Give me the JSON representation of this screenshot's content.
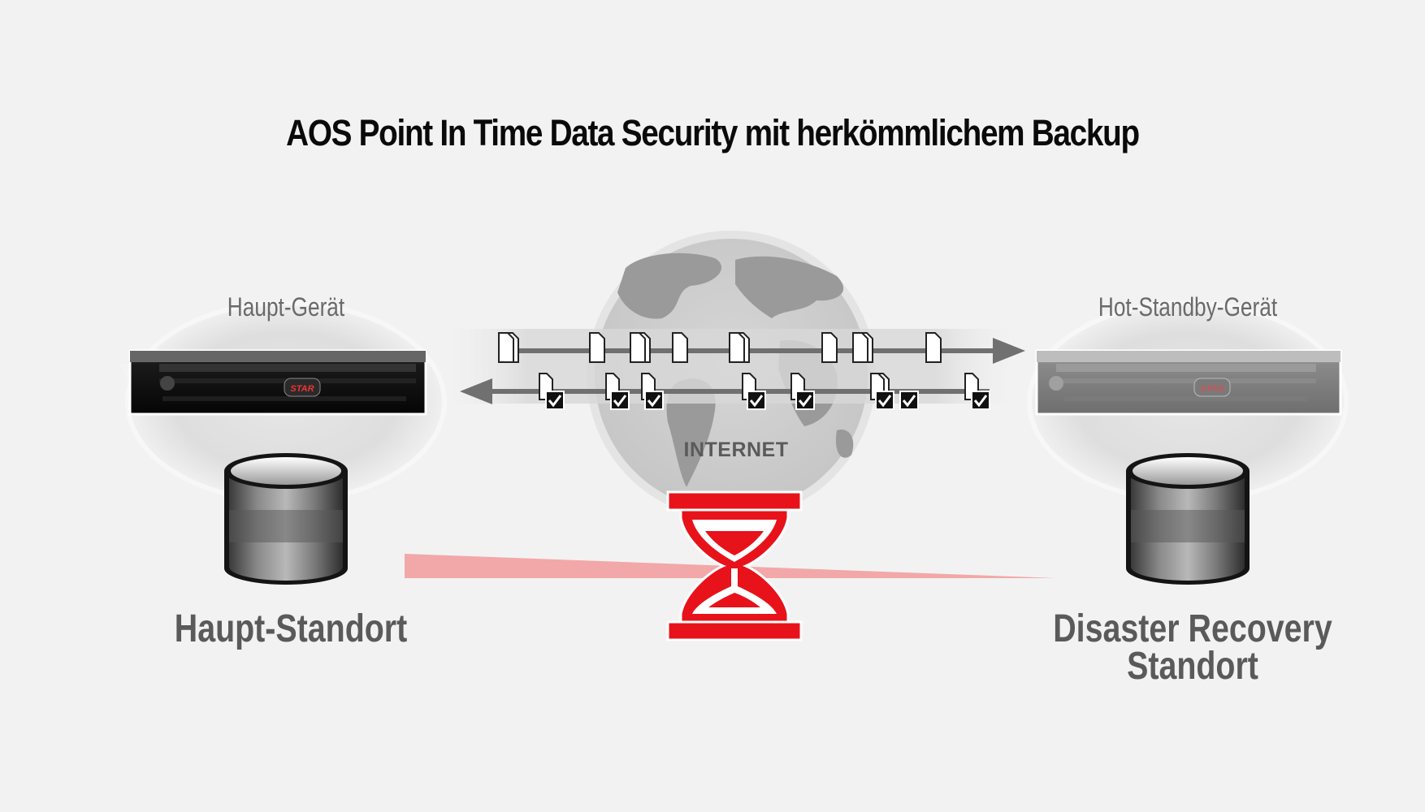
{
  "title": "AOS Point In Time Data Security mit herkömmlichem Backup",
  "main_device_label": "Haupt-Gerät",
  "standby_device_label": "Hot-Standby-Gerät",
  "main_site_label": "Haupt-Standort",
  "dr_site_label_line1": "Disaster Recovery",
  "dr_site_label_line2": "Standort",
  "internet_label": "INTERNET",
  "server_brand": "STAR",
  "colors": {
    "background": "#f2f2f2",
    "hourglass_red": "#e8121a",
    "lag_red": "#f2a0a0",
    "arrow_gray": "#707070",
    "text_dark": "#0a0a0a",
    "text_gray": "#5a5a5a"
  }
}
